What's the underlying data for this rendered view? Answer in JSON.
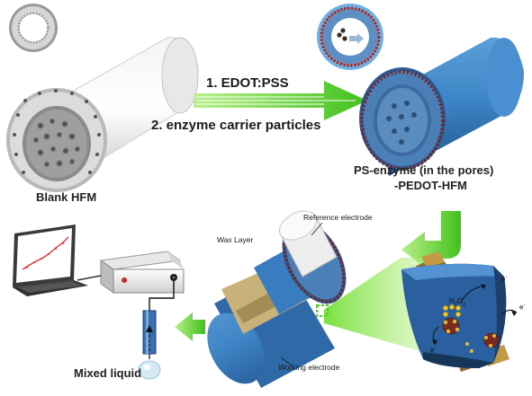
{
  "steps": {
    "step1": "1. EDOT:PSS",
    "step2": "2. enzyme carrier particles"
  },
  "labels": {
    "blank_hfm": "Blank HFM",
    "ps_enzyme_line1": "PS-enzyme (in the pores)",
    "ps_enzyme_line2": "-PEDOT-HFM",
    "reference_electrode": "Reference electrode",
    "wax_layer": "Wax Layer",
    "working_electrode": "Working electrode",
    "mixed_liquid": "Mixed liquid"
  },
  "chem": {
    "h2o2_main": "H",
    "h2o2_sub1": "2",
    "h2o2_mid": "O",
    "h2o2_sub2": "2",
    "electron": "e",
    "electron_sup": "-"
  },
  "colors": {
    "arrow_green": "#5fd12a",
    "membrane_blue": "#3d86c6",
    "membrane_dark": "#1f4f8a",
    "blank_gray": "#d9d9d9",
    "wax_gold": "#c8b27a"
  }
}
